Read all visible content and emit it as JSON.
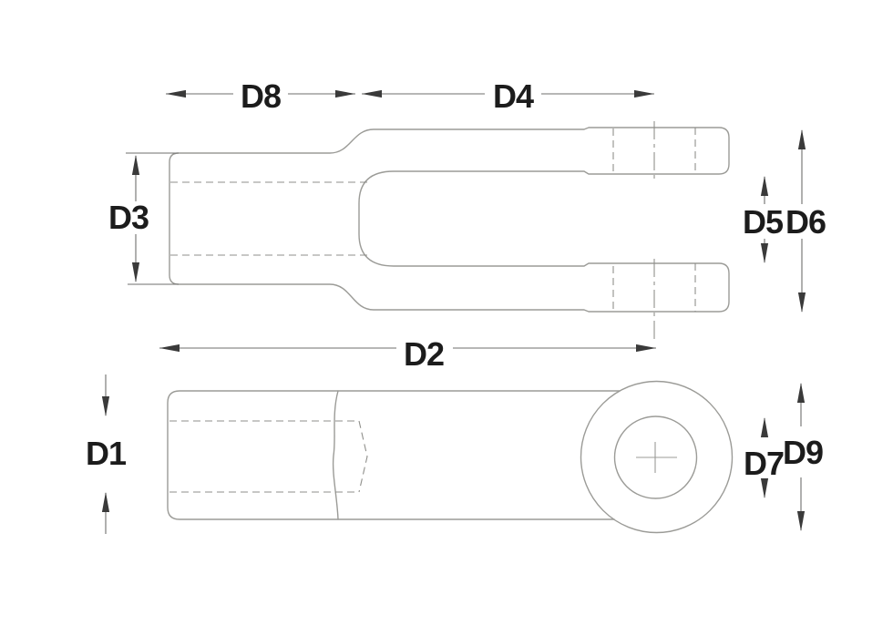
{
  "drawing": {
    "type": "technical-dimension-drawing",
    "part": "clevis-yoke-end",
    "views": {
      "top_view": "clevis-fork-view",
      "bottom_view": "rod-eye-side-view"
    },
    "dimension_labels": {
      "d1": "D1",
      "d2": "D2",
      "d3": "D3",
      "d4": "D4",
      "d5": "D5",
      "d6": "D6",
      "d7": "D7",
      "d8": "D8",
      "d9": "D9"
    },
    "colors": {
      "background": "#ffffff",
      "outline": "#9b9b97",
      "hidden_line": "#8f8f8b",
      "dimension_line": "#6f6f6d",
      "arrowhead": "#3a3a3a",
      "label_text": "#1c1c1c"
    }
  }
}
